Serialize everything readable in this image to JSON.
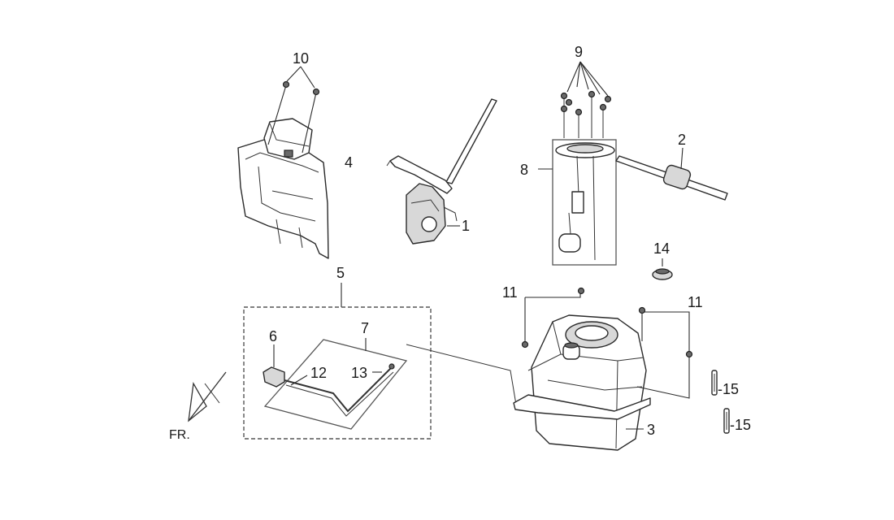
{
  "callouts": {
    "c1": "1",
    "c2": "2",
    "c3": "3",
    "c4": "4",
    "c5": "5",
    "c6": "6",
    "c7": "7",
    "c8": "8",
    "c9": "9",
    "c10": "10",
    "c11a": "11",
    "c11b": "11",
    "c12": "12",
    "c13": "13",
    "c14": "14",
    "c15a": "-15",
    "c15b": "-15"
  },
  "direction_label": "FR."
}
